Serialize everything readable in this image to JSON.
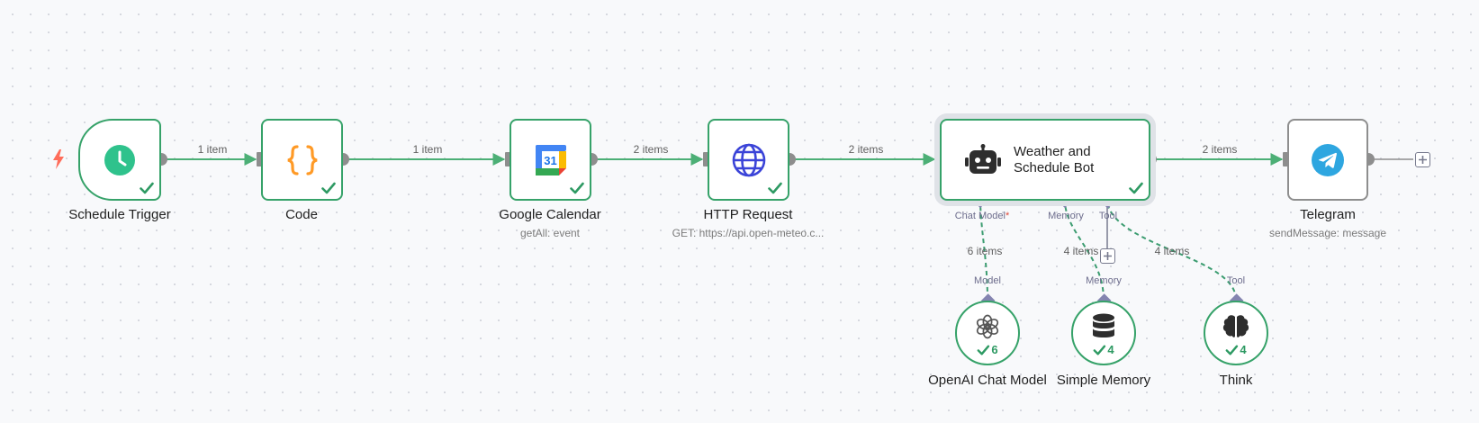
{
  "canvas": {
    "trigger_icon": "bolt-icon"
  },
  "nodes": {
    "schedule_trigger": {
      "title": "Schedule Trigger",
      "icon": "clock-icon"
    },
    "code": {
      "title": "Code",
      "icon": "braces-icon"
    },
    "google_calendar": {
      "title": "Google Calendar",
      "subtitle": "getAll: event",
      "icon": "google-calendar-icon",
      "icon_text": "31"
    },
    "http_request": {
      "title": "HTTP Request",
      "subtitle": "GET: https://api.open-meteo.c...",
      "icon": "globe-icon"
    },
    "agent": {
      "title_line1": "Weather and",
      "title_line2": "Schedule Bot",
      "icon": "robot-icon"
    },
    "telegram": {
      "title": "Telegram",
      "subtitle": "sendMessage: message",
      "icon": "telegram-icon"
    },
    "openai_chat_model": {
      "title": "OpenAI Chat Model",
      "count": "6",
      "icon": "openai-icon"
    },
    "simple_memory": {
      "title": "Simple Memory",
      "count": "4",
      "icon": "database-icon"
    },
    "think": {
      "title": "Think",
      "count": "4",
      "icon": "brain-icon"
    }
  },
  "edges": {
    "trigger_to_code": "1 item",
    "code_to_calendar": "1 item",
    "calendar_to_http": "2 items",
    "http_to_agent": "2 items",
    "agent_to_telegram": "2 items",
    "model_to_agent": "6 items",
    "memory_to_agent": "4 items",
    "tool_to_agent": "4 items"
  },
  "ports": {
    "agent_chat_model": "Chat Model",
    "agent_required_mark": "*",
    "agent_memory": "Memory",
    "agent_tool": "Tool",
    "model_out": "Model",
    "memory_out": "Memory",
    "tool_out": "Tool"
  },
  "colors": {
    "success": "#36a269",
    "connection": "#4caf76",
    "dashed": "#3b9c70",
    "port_diamond": "#8484b0",
    "handle": "#8e8e8e",
    "telegram": "#2ea6e0",
    "clock": "#2fc28c",
    "braces": "#ff9a26",
    "globe": "#3b44d8",
    "trigger_bolt": "#ff6d5a"
  }
}
